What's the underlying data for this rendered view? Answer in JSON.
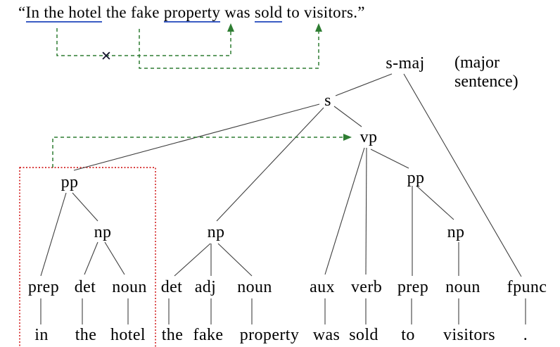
{
  "sentence": {
    "open_quote": "“",
    "seg_underlined_1": "In the hotel",
    "seg_plain_1": " the fake ",
    "seg_underlined_2": "property",
    "seg_plain_2": " was ",
    "seg_underlined_3": "sold",
    "seg_plain_3": " to visitors.",
    "close_quote": "”"
  },
  "annotation": {
    "line1": "(major",
    "line2": "sentence)"
  },
  "marks": {
    "cross_symbol": "✕"
  },
  "tree": {
    "nodes": {
      "smaj": "s-maj",
      "s": "s",
      "vp": "vp",
      "pp1": "pp",
      "np1": "np",
      "np2": "np",
      "pp2": "pp",
      "np3": "np"
    },
    "pos_tags": [
      "prep",
      "det",
      "noun",
      "det",
      "adj",
      "noun",
      "aux",
      "verb",
      "prep",
      "noun",
      "fpunc"
    ],
    "words": [
      "in",
      "the",
      "hotel",
      "the",
      "fake",
      "property",
      "was",
      "sold",
      "to",
      "visitors",
      "."
    ]
  },
  "colors": {
    "link_green": "#2e7d32",
    "underline_blue": "#3b5cc4",
    "box_red": "#cc0000",
    "edge_black": "#3f3f3f"
  }
}
